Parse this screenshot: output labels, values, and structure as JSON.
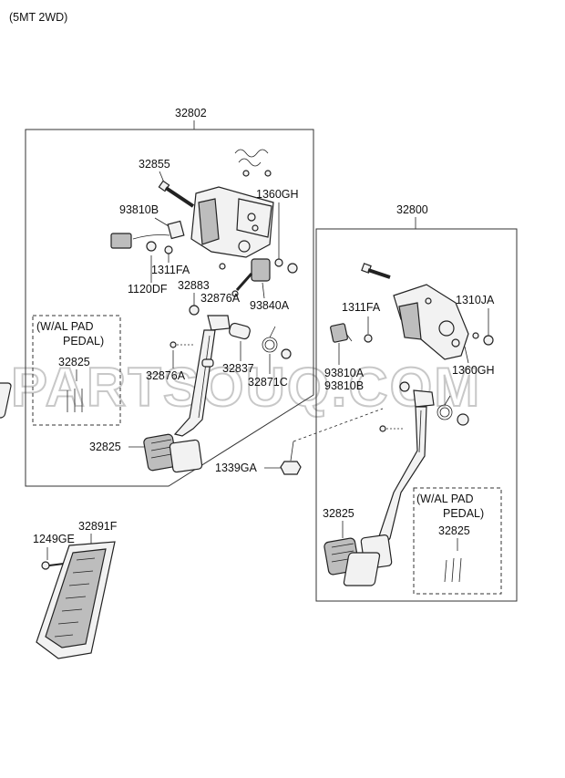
{
  "header": {
    "variant": "(5MT 2WD)"
  },
  "watermark": "PARTSOUQ.COM",
  "assemblies": {
    "left": {
      "number": "32802",
      "note_line1": "(W/AL PAD",
      "note_line2": "PEDAL)"
    },
    "right": {
      "number": "32800",
      "note_line1": "(W/AL PAD",
      "note_line2": "PEDAL)"
    }
  },
  "labels": {
    "l_32855": "32855",
    "l_93810B": "93810B",
    "l_1360GH": "1360GH",
    "l_1311FA": "1311FA",
    "l_1120DF": "1120DF",
    "l_32883": "32883",
    "l_32876A_top": "32876A",
    "l_93840A": "93840A",
    "l_32825_note_left": "32825",
    "l_32876A": "32876A",
    "l_32837": "32837",
    "l_32871C": "32871C",
    "l_32825_left": "32825",
    "l_1339GA": "1339GA",
    "r_1311FA": "1311FA",
    "r_1310JA": "1310JA",
    "r_93810A": "93810A",
    "r_93810B": "93810B",
    "r_1360GH": "1360GH",
    "r_32825": "32825",
    "r_32825_note": "32825",
    "a_1249GE": "1249GE",
    "a_32891F": "32891F"
  }
}
